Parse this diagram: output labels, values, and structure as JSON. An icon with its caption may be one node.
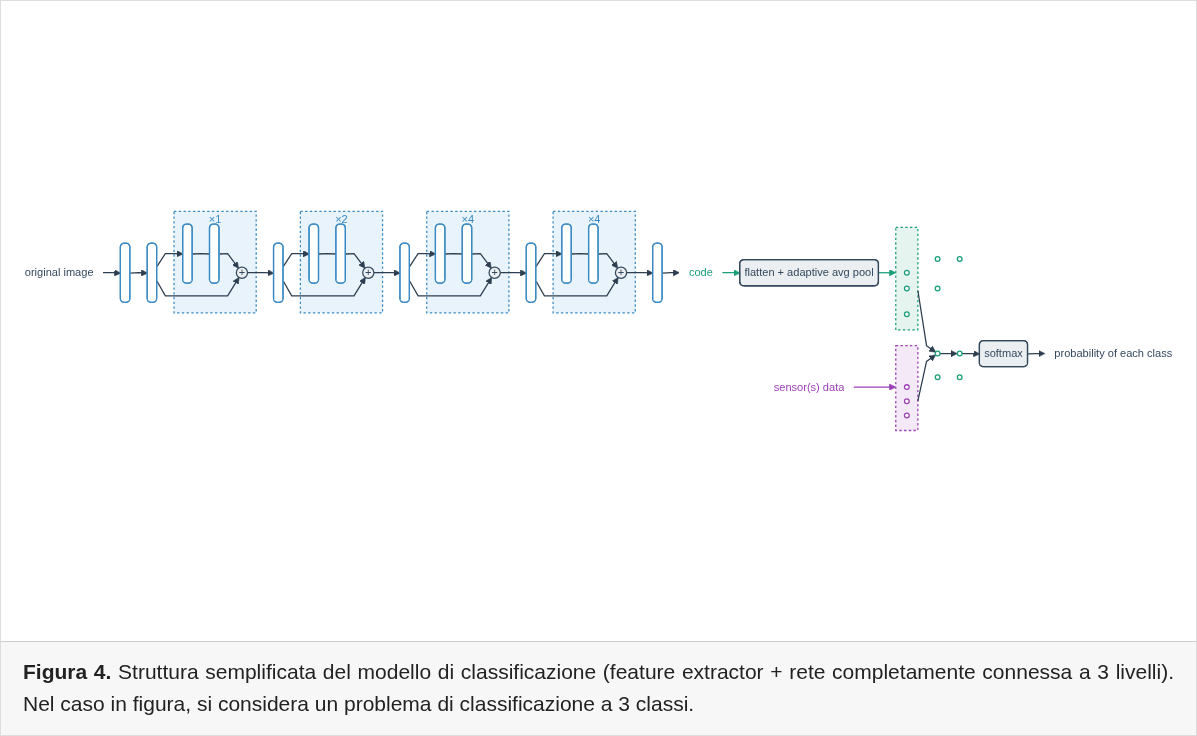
{
  "diagram": {
    "caption": "**Figura 4.** Struttura semplificata del modello di classificazione (feature extractor + rete completamente connessa a 3 livelli). Nel caso in figura, si considera un problema di classificazione a 3 classi.",
    "nodes": [
      {
        "text": [
          "original image"
        ]
      },
      {
        "text": [],
        "shape": "box"
      },
      {
        "text": [],
        "shape": "box"
      },
      {
        "text": [
          "×1"
        ]
      },
      {
        "text": [],
        "shape": "box",
        "in": 3
      },
      {
        "text": [],
        "shape": "box",
        "in": 3
      },
      {
        "text": [
          "+"
        ],
        "in": 3
      },
      {
        "text": [],
        "shape": "box"
      },
      {
        "text": [
          "×2"
        ]
      },
      {
        "text": [],
        "shape": "box",
        "in": 8
      },
      {
        "text": [],
        "shape": "box",
        "in": 8
      },
      {
        "text": [
          "+"
        ],
        "in": 8
      },
      {
        "text": [],
        "shape": "box"
      },
      {
        "text": [
          "×4"
        ]
      },
      {
        "text": [],
        "shape": "box",
        "in": 13
      },
      {
        "text": [],
        "shape": "box",
        "in": 13
      },
      {
        "text": [
          "+"
        ],
        "in": 13
      },
      {
        "text": [],
        "shape": "box"
      },
      {
        "text": [
          "×4"
        ]
      },
      {
        "text": [],
        "shape": "box",
        "in": 18
      },
      {
        "text": [],
        "shape": "box",
        "in": 18
      },
      {
        "text": [
          "+"
        ],
        "in": 18
      },
      {
        "text": [],
        "shape": "box"
      },
      {
        "text": [
          "code"
        ]
      },
      {
        "text": [
          "flatten + adaptive avg pool"
        ]
      },
      {
        "text": [],
        "shape": "box"
      },
      {
        "text": [],
        "shape": "circle",
        "in": 25
      },
      {
        "text": [],
        "shape": "circle",
        "in": 25
      },
      {
        "text": [],
        "shape": "circle",
        "in": 25
      },
      {
        "text": [],
        "shape": "box"
      },
      {
        "text": [],
        "shape": "circle",
        "in": 29
      },
      {
        "text": [],
        "shape": "circle",
        "in": 29
      },
      {
        "text": [],
        "shape": "circle",
        "in": 29
      },
      {
        "text": [
          "sensor(s) data"
        ]
      },
      {
        "text": [],
        "shape": "circle"
      },
      {
        "text": [],
        "shape": "circle"
      },
      {
        "text": [],
        "shape": "circle"
      },
      {
        "text": [],
        "shape": "circle"
      },
      {
        "text": [],
        "shape": "circle"
      },
      {
        "text": [],
        "shape": "circle"
      },
      {
        "text": [],
        "shape": "circle"
      },
      {
        "text": [
          "softmax"
        ]
      },
      {
        "text": [
          "probability of each class"
        ]
      }
    ],
    "edges": [
      {
        "from": 0,
        "to": 1,
        "arrow": "to"
      },
      {
        "from": 1,
        "to": 2,
        "arrow": "to"
      },
      {
        "from": 2,
        "to": 4,
        "arrow": "to"
      },
      {
        "from": 4,
        "to": 5,
        "arrow": "none"
      },
      {
        "from": 5,
        "to": 6,
        "arrow": "to"
      },
      {
        "from": 2,
        "to": 6,
        "arrow": "to"
      },
      {
        "from": 6,
        "to": 7,
        "arrow": "to"
      },
      {
        "from": 7,
        "to": 9,
        "arrow": "to"
      },
      {
        "from": 9,
        "to": 10,
        "arrow": "none"
      },
      {
        "from": 10,
        "to": 11,
        "arrow": "to"
      },
      {
        "from": 7,
        "to": 11,
        "arrow": "to"
      },
      {
        "from": 11,
        "to": 12,
        "arrow": "to"
      },
      {
        "from": 12,
        "to": 14,
        "arrow": "to"
      },
      {
        "from": 14,
        "to": 15,
        "arrow": "none"
      },
      {
        "from": 15,
        "to": 16,
        "arrow": "to"
      },
      {
        "from": 12,
        "to": 16,
        "arrow": "to"
      },
      {
        "from": 16,
        "to": 17,
        "arrow": "to"
      },
      {
        "from": 17,
        "to": 19,
        "arrow": "to"
      },
      {
        "from": 19,
        "to": 20,
        "arrow": "none"
      },
      {
        "from": 20,
        "to": 21,
        "arrow": "to"
      },
      {
        "from": 17,
        "to": 21,
        "arrow": "to"
      },
      {
        "from": 21,
        "to": 22,
        "arrow": "to"
      },
      {
        "from": 22,
        "to": 23,
        "arrow": "to"
      },
      {
        "from": 23,
        "to": 24,
        "arrow": "to",
        "color": "#1a9e7a"
      },
      {
        "from": 24,
        "to": 25,
        "arrow": "to",
        "color": "#1a9e7a"
      },
      {
        "from": 33,
        "to": 29,
        "arrow": "to",
        "color": "#9b3fb5"
      },
      {
        "from": 25,
        "to": 36,
        "arrow": "to"
      },
      {
        "from": 29,
        "to": 36,
        "arrow": "to"
      },
      {
        "from": 36,
        "to": 39,
        "arrow": "to"
      },
      {
        "from": 39,
        "to": 41,
        "arrow": "to"
      },
      {
        "from": 41,
        "to": 42,
        "arrow": "to"
      }
    ]
  }
}
